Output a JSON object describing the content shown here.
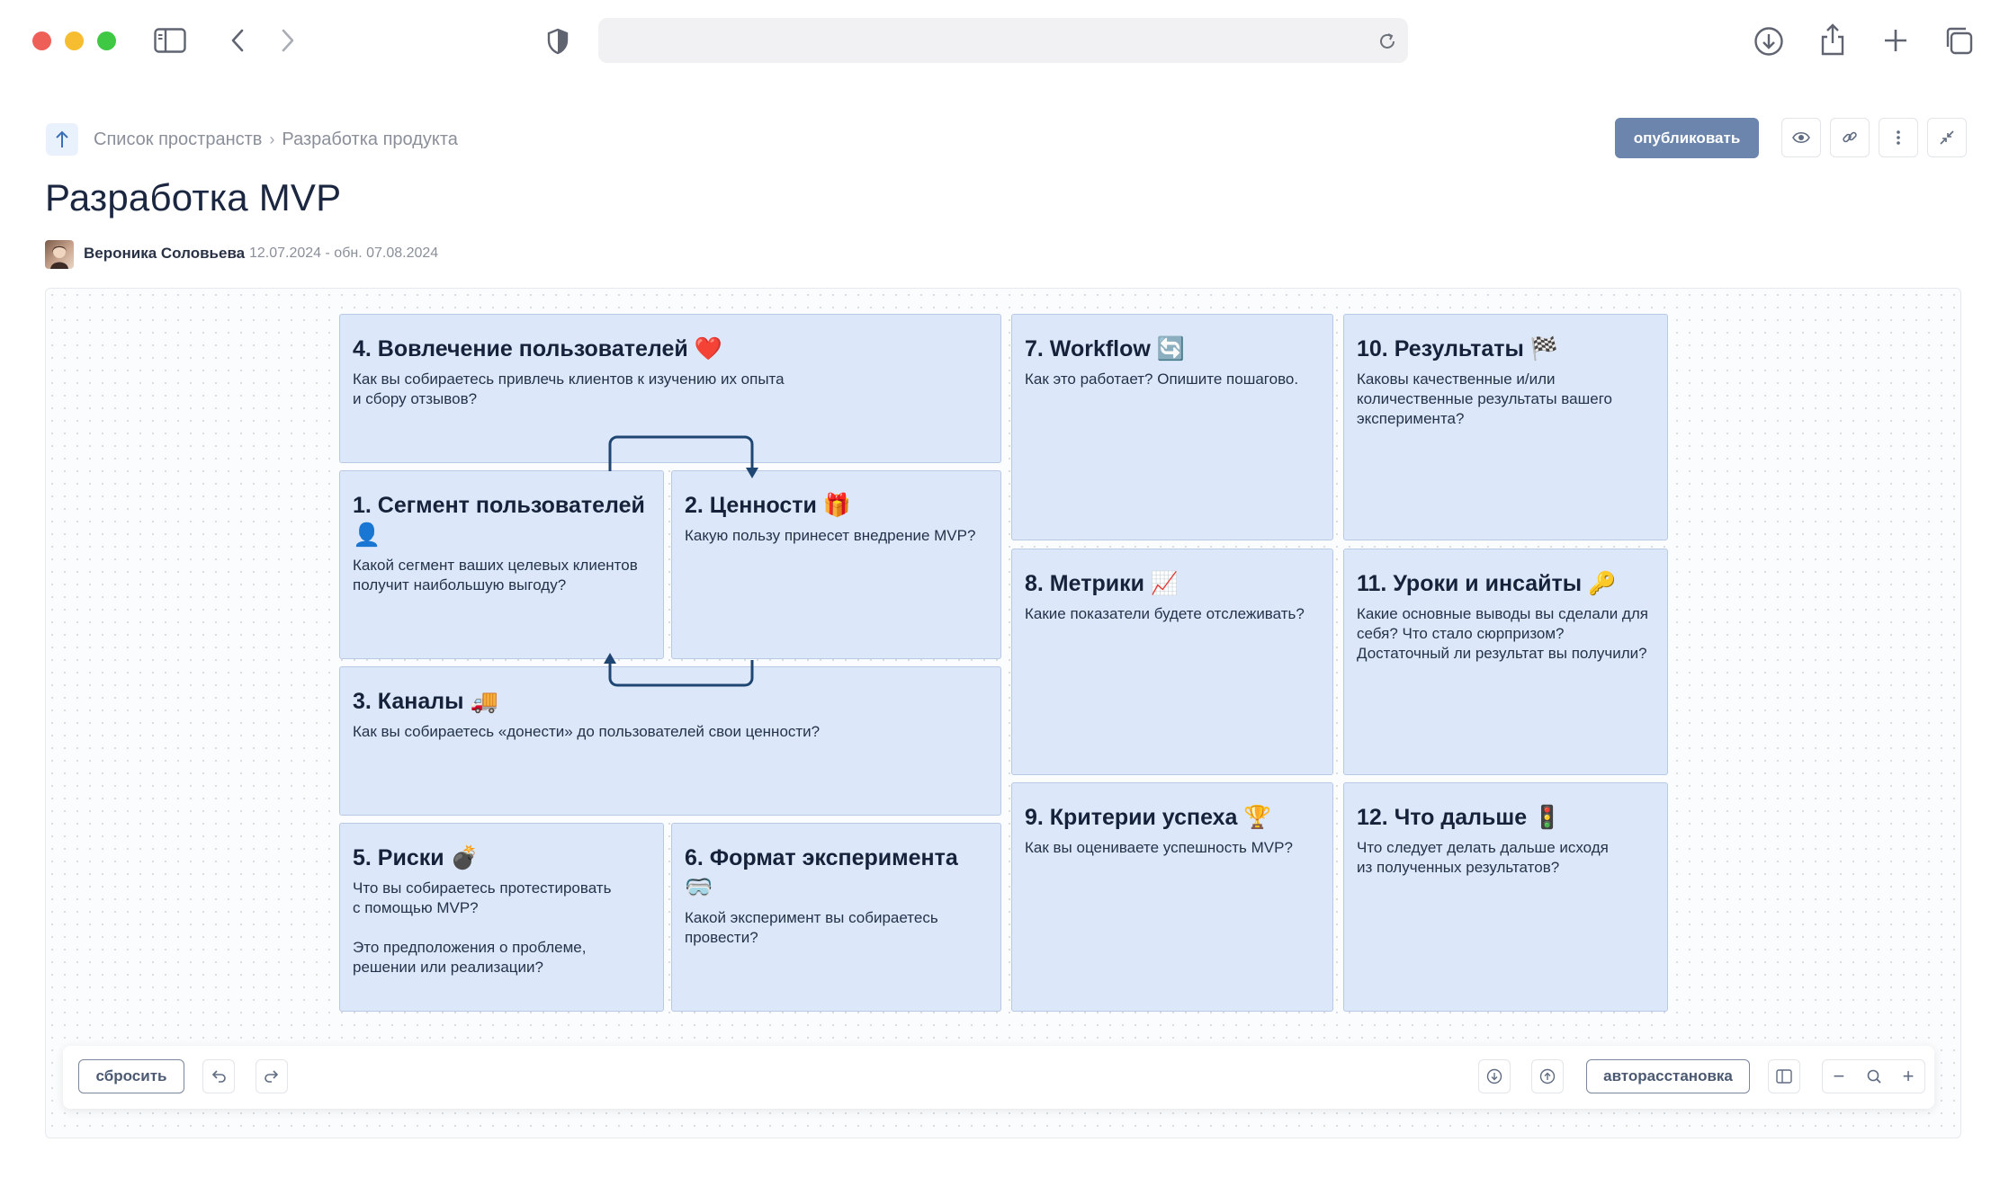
{
  "colors": {
    "accent": "#6c85ad",
    "card_bg": "#dce8fa",
    "card_border": "#b7c9e3",
    "connector": "#1f4673"
  },
  "breadcrumb": {
    "items": [
      "Список пространств",
      "Разработка продукта"
    ],
    "separator": "›"
  },
  "page": {
    "title": "Разработка MVP"
  },
  "author": {
    "name": "Вероника Соловьева",
    "dates": "12.07.2024 - обн. 07.08.2024"
  },
  "header": {
    "publish_label": "опубликовать",
    "icons": [
      "eye-icon",
      "link-icon",
      "more-icon",
      "collapse-icon"
    ]
  },
  "cards": [
    {
      "id": "c4",
      "title": "4. Вовлечение пользователей ❤️",
      "text": "Как вы собираетесь привлечь клиентов к изучению их опыта\nи сбору отзывов?"
    },
    {
      "id": "c1",
      "title": "1. Сегмент пользователей 👤",
      "text": "Какой сегмент ваших целевых клиентов получит наибольшую выгоду?"
    },
    {
      "id": "c2",
      "title": "2. Ценности 🎁",
      "text": "Какую пользу принесет внедрение MVP?"
    },
    {
      "id": "c3",
      "title": "3. Каналы 🚚",
      "text": "Как вы собираетесь «донести» до пользователей свои ценности?"
    },
    {
      "id": "c5",
      "title": "5. Риски 💣",
      "text": "Что вы собираетесь протестировать\nс помощью MVP?\n\nЭто предположения о проблеме,\nрешении или реализации?"
    },
    {
      "id": "c6",
      "title": "6. Формат эксперимента 🥽",
      "text": "Какой эксперимент вы собираетесь провести?"
    },
    {
      "id": "c7",
      "title": "7. Workflow 🔄",
      "text": "Как это работает? Опишите пошагово."
    },
    {
      "id": "c8",
      "title": "8. Метрики 📈",
      "text": "Какие показатели будете отслеживать?"
    },
    {
      "id": "c9",
      "title": "9. Критерии успеха 🏆",
      "text": "Как вы оцениваете успешность MVP?"
    },
    {
      "id": "c10",
      "title": "10. Результаты 🏁",
      "text": "Каковы качественные и/или количественные результаты вашего эксперимента?"
    },
    {
      "id": "c11",
      "title": "11. Уроки и инсайты 🔑",
      "text": "Какие основные выводы вы сделали для себя? Что стало сюрпризом? Достаточный ли результат вы получили?"
    },
    {
      "id": "c12",
      "title": "12. Что дальше 🚦",
      "text": "Что следует делать дальше исходя\nиз полученных результатов?"
    }
  ],
  "toolbar": {
    "reset_label": "сбросить",
    "autolayout_label": "авторасстановка",
    "zoom_minus": "−",
    "zoom_plus": "+"
  }
}
